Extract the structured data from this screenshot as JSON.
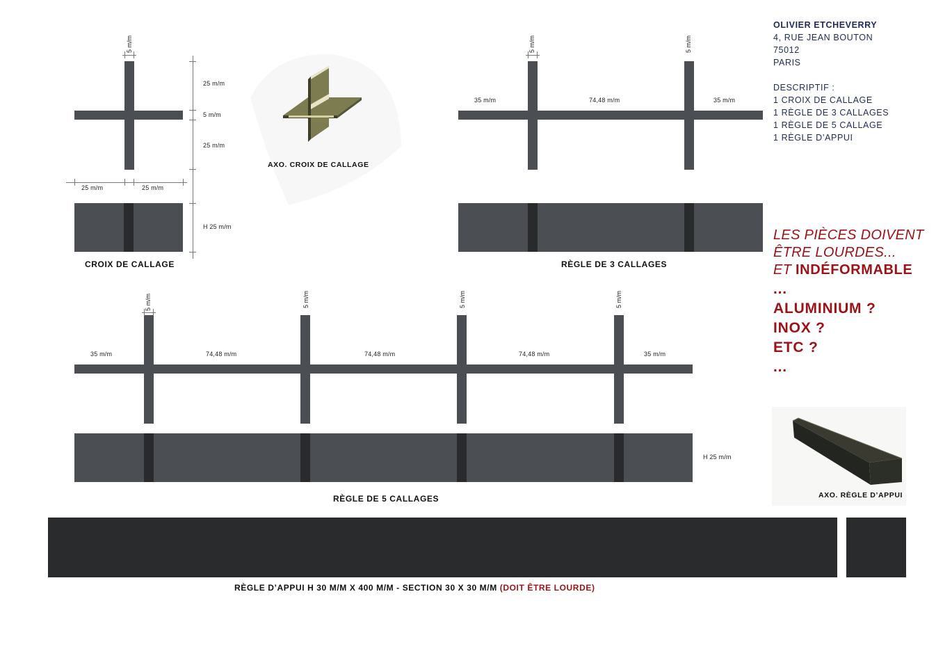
{
  "header": {
    "name": "OLIVIER ETCHEVERRY",
    "address_line1": "4, RUE JEAN BOUTON",
    "address_line2": "75012",
    "address_line3": "PARIS",
    "descriptif_title": "DESCRIPTIF :",
    "items": [
      "1 CROIX DE CALLAGE",
      "1 RÈGLE DE 3 CALLAGES",
      "1 RÈGLE DE 5 CALLAGE",
      "1 RÈGLE D’APPUI"
    ]
  },
  "note": {
    "line1": "LES PIÈCES DOIVENT",
    "line2": "ÊTRE LOURDES...",
    "line3_prefix": "ET ",
    "line3_bold": "INDÉFORMABLE",
    "dots1": "...",
    "materials": [
      "ALUMINIUM ?",
      "INOX ?",
      "ETC ?"
    ],
    "dots2": "..."
  },
  "croix": {
    "caption": "CROIX DE CALLAGE",
    "dim_thickness": "5 m/m",
    "dim_top": "25 m/m",
    "dim_mid": "5 m/m",
    "dim_bottom": "25 m/m",
    "dim_left": "25 m/m",
    "dim_right": "25 m/m",
    "dim_height": "H 25 m/m",
    "axo_caption": "AXO. CROIX DE CALLAGE"
  },
  "regle3": {
    "caption": "RÈGLE DE 3 CALLAGES",
    "dim_thickness": "5 m/m",
    "dim_left": "35 m/m",
    "dim_middle": "74,48 m/m",
    "dim_right": "35 m/m"
  },
  "regle5": {
    "caption": "RÈGLE DE 5 CALLAGES",
    "dim_thickness": "5 m/m",
    "dim_left": "35 m/m",
    "dim_middle": "74,48 m/m",
    "dim_right": "35 m/m",
    "dim_height": "H 25 m/m"
  },
  "appui": {
    "axo_caption": "AXO. RÈGLE D’APPUI",
    "caption_main": "RÈGLE D’APPUI  H 30 M/M X 400 M/M    -    SECTION 30 X 30 M/M ",
    "caption_red": "(DOIT ÊTRE LOURDE)"
  },
  "colors": {
    "accent_red": "#9c1216",
    "address_blue": "#1f2a5a",
    "part_grey": "#4b4f53",
    "part_dark": "#282a2c"
  }
}
